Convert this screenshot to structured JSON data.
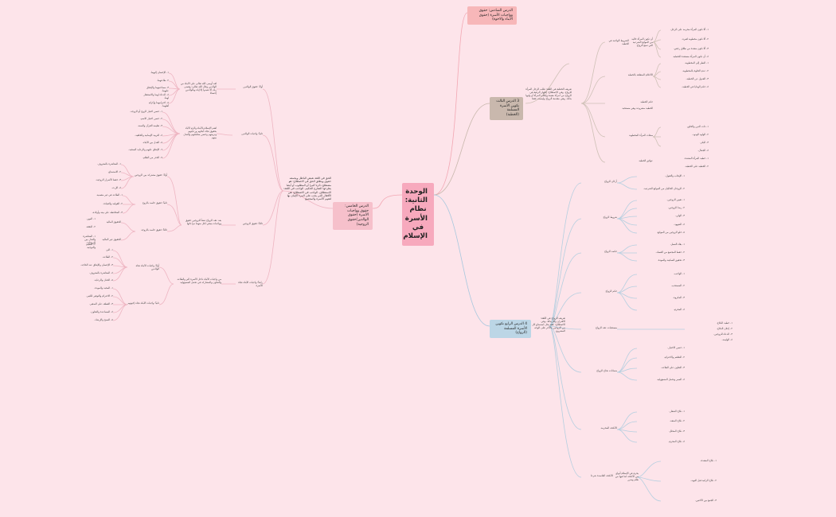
{
  "root": {
    "title": "الوحدة الثانية: نظام الأسرة في الإسلام"
  },
  "branches": {
    "b6": "الدرس السادس: حقوق وواجبات الأسرة (حقوق الأبناء والاخوة)",
    "b3": "3 الدرس الثالث تكوين الأسرة المسلمة (الخطبة)",
    "b4": "4 الدرس الرابع تكوين الأسرة المسلمة (الزواج)",
    "b5": "الدرس الخامس: حقوق وواجبات الأسرة (حقوق الوالدين/حقوق الزوجية)"
  },
  "b5_intro": "الحق في اللغة نقيض الباطل ويجمعه حقوق ويطلق الحق في الاصطلاح: هو مصطلح ذكرنا كثيرا أو المطلوب أو أيضا يطرحها الشارع الحكيم. الواجب في اللغة: الاستطلاق. الواجب في الاصطلاح: هي الأفعال التي يجب على المرء الإتيان بها لتقوم الأسرة والمجتمع",
  "b5_sections": {
    "s1": "أولاً: حقوق الوالدين",
    "s1_def": "لقد أوصى الله تعالى على الأبناء من الوالدين وقال الله تعالى: وقضى ربك ألا تعبدوا إلا إياه وبالوالدين إحسانا",
    "s1_items": [
      "١- الإحسان إليهما.",
      "٢- طاعتهما.",
      "٣- مصاحبتهما والإنفاق عليهما.",
      "٤- الدعاء لهما والاستغفار لهما.",
      "٥- احترامهما وإكرام أهلهما."
    ],
    "s2": "ثانياً: واجبات الوالدين",
    "s2_def": "اهتم الإسلام بالأبناء والزم الآباء بحقوق تجاه أبنائهم ورعايتهم وتربيتهم وحسن معاملتهم والعدل بينهم",
    "s2_items": [
      "١- حسن اختيار الزوج أو الزوجة.",
      "٢- حسن اختيار الاسم.",
      "٣- تعليمه القرآن والسنة.",
      "٤- التربية الإيمانية والخلقية.",
      "٥- العدل بين الأبناء.",
      "٦- الإنفاق عليهم والرعاية الصحية.",
      "٧- الحذر من الظلم."
    ],
    "s3": "ثالثاً: حقوق الزوجين",
    "s3_def": "بعد عقد الزواج تنشأ للزوجين حقوق وواجبات ينبغي لكل منهما مراعاتها",
    "s3a": "أولاً: حقوق مشتركة بين الزوجين",
    "s3a_items": [
      "١- المعاشرة بالمعروف.",
      "٢- الاستمتاع.",
      "٣- حفظ الأسرار الزوجية.",
      "٤- الإرث."
    ],
    "s3b": "ثانياً: حقوق خاصة بالزوج",
    "s3b_items": [
      "١- الطاعة في غير معصية.",
      "٢- القوامة والقيادة.",
      "٣- المحافظة على بيته وأولاده."
    ],
    "s3c": "ثالثاً: حقوق خاصة بالزوجة",
    "s3c_sub": [
      "الحقوق المالية",
      "الحقوق غير المالية"
    ],
    "s3c_items": [
      "١- المهر.",
      "٢- النفقة.",
      "١- المعاشرة والعدل بين الزوجات.",
      "٢- التعليم والتوجيه."
    ],
    "s4": "رابعاً: واجبات الأبناء تجاه الأسرة",
    "s4_def": "من واجبات الأبناء داخل الأسرة البر والطاعة والتعاون والمشاركة في تحمل المسؤولية",
    "s4a": "أولاً: واجبات الأبناء تجاه الوالدين",
    "s4a_items": [
      "١- البر.",
      "٢- الطاعة.",
      "٣- الإحسان والإنفاق عند الحاجة.",
      "٤- المعاشرة بالمعروف.",
      "٥- الحنان والرعاية."
    ],
    "s4b": "ثانياً: واجبات الأبناء تجاه إخوتهم",
    "s4b_items": [
      "١- المحبة والمودة.",
      "٢- الاحترام والتوقير للكبير.",
      "٣- العطف على الصغير.",
      "٤- المساعدة والتعاون.",
      "٥- النصح والإرشاد."
    ]
  },
  "b3_intro": "تعريف الخطبة في اللغة: طلب الرجل المرأة للزواج. وفي الاصطلاح: إظهار الرغبة في الزواج من امرأة معينة وإعلام المرأة أو وليها بذلك. وهي مقدمة الزواج وليست عقدا",
  "b3_sections": {
    "c1": "الشروط الواجبة في الخطبة",
    "c1_def": "أن تكون المرأة خالية من الموانع الشرعية التي تمنع الزواج",
    "c1_items": [
      "١- ألا تكون المرأة محرمة على الرجل.",
      "٢- ألا تكون مخطوبة لغيره.",
      "٣- ألا تكون معتدة من طلاق رجعي.",
      "٤- أن تكون المرأة مستعدة للخطبة."
    ],
    "c2": "الأحكام المتعلقة بالخطبة",
    "c2_items": [
      "١- النظر إلى المخطوبة.",
      "٢- عدم الخلوة بالمخطوبة.",
      "٣- العدول عن الخطبة.",
      "٤- حكم الهدايا في الخطبة."
    ],
    "c3": "صفات المرأة المخطوبة",
    "c3_items": [
      "١- ذات الدين والخلق.",
      "٢- الولود الودود.",
      "٣- البكر.",
      "٤- الجمال."
    ],
    "c4": "حكم الخطبة",
    "c4_def": "الخطبة مشروعة وهي مستحبة",
    "c5": "عوائق الخطبة",
    "c5_items": [
      "١- خطبة المرأة المعتدة.",
      "٢- الخطبة على الخطبة."
    ]
  },
  "b4_intro": "تعريف الزواج في اللغة: الاقتران والارتباط. وفي الاصطلاح: عقد يحل استمتاع كل من الزوجين بالآخر على الوجه المشروع",
  "b4_sections": {
    "d1": "أركان الزواج",
    "d1_items": [
      "١- الإيجاب والقبول.",
      "٢- الزوجان الخاليان من الموانع الشرعية."
    ],
    "d2": "شروط الزواج",
    "d2_items": [
      "١- تعيين الزوجين.",
      "٢- رضا الزوجين.",
      "٣- الولي.",
      "٤- الشهود.",
      "٥- خلو الزوجين من الموانع."
    ],
    "d3": "حكمة الزواج",
    "d3_items": [
      "١- بقاء النسل.",
      "٢- حفظ المجتمع من الفساد.",
      "٣- تحقيق السكينة والمودة."
    ],
    "d4": "حكم الزواج",
    "d4_items": [
      "١- الواجب.",
      "٢- المستحب.",
      "٣- المكروه.",
      "٤- المحرم."
    ],
    "d5": "مستحبات عقد الزواج",
    "d5_items": [
      "١- خطبة النكاح.",
      "٢- إعلان النكاح.",
      "٣- الدعاء للزوجين.",
      "٤- الوليمة."
    ],
    "d6": "ضمانات نجاح الزواج",
    "d6_items": [
      "١- حسن الاختيار.",
      "٢- التفاهم والاحترام.",
      "٣- التعاون على الطاعة.",
      "٤- الصبر وتحمل المسؤولية."
    ],
    "d7": "الأنكحة المحرمة",
    "d7_items": [
      "١- نكاح الشغار.",
      "٢- نكاح المتعة.",
      "٣- نكاح المحلل.",
      "٤- نكاح المحرم."
    ],
    "d8": "الأنكحة الفاسدة شرعا",
    "d8_def": "يحرم في الإسلام أنواع من الأنكحة لما فيها من ظلم وضرر",
    "d8_items": [
      "١- نكاح المعتدة.",
      "٢- نكاح الزانية قبل التوبة.",
      "٣- الجمع بين الأختين."
    ]
  }
}
